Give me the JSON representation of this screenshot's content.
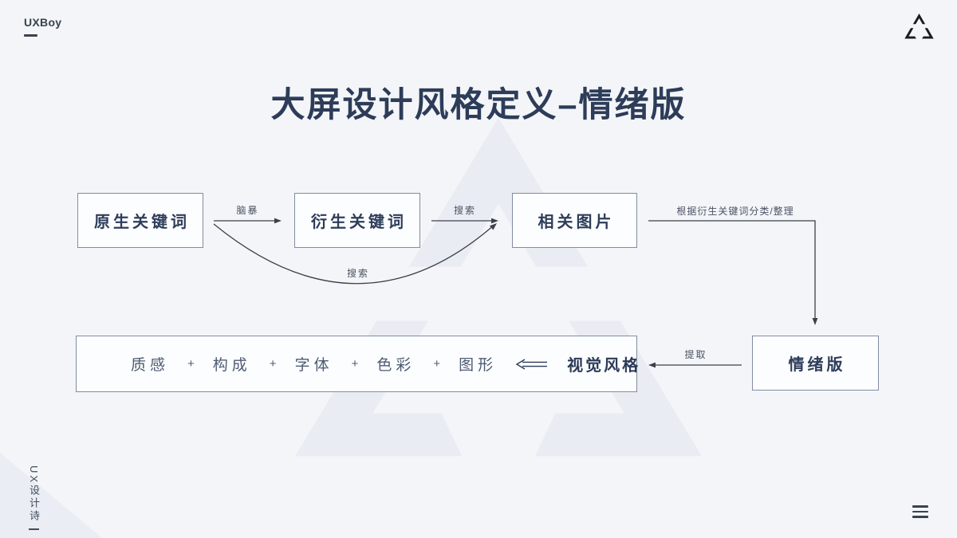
{
  "header": {
    "brand": "UXBoy",
    "logo_icon": "triangle-logo"
  },
  "title": "大屏设计风格定义–情绪版",
  "flow": {
    "boxes": [
      {
        "label": "原生关键词"
      },
      {
        "label": "衍生关键词"
      },
      {
        "label": "相关图片"
      },
      {
        "label": "情绪版"
      }
    ],
    "edges": [
      {
        "from": "原生关键词",
        "to": "衍生关键词",
        "label": "脑暴"
      },
      {
        "from": "衍生关键词",
        "to": "相关图片",
        "label": "搜索"
      },
      {
        "from": "原生关键词",
        "to": "相关图片",
        "label": "搜索"
      },
      {
        "from": "相关图片",
        "to": "情绪版",
        "label": "根据衍生关键词分类/整理"
      },
      {
        "from": "情绪版",
        "to": "视觉风格",
        "label": "提取"
      }
    ],
    "style_box": {
      "items": [
        "质感",
        "构成",
        "字体",
        "色彩",
        "图形"
      ],
      "plus": "+",
      "double_arrow_icon": "long-left-double-arrow",
      "result": "视觉风格"
    }
  },
  "footer": {
    "vertical_brand": "UX设计诗",
    "menu_icon": "hamburger-menu"
  },
  "colors": {
    "background": "#f3f5f8",
    "accent": "#2d3c58",
    "node_border": "#808da1",
    "node_fill": "#fcfdfe",
    "line": "#3b414b",
    "watermark": "#e9ecf2"
  }
}
